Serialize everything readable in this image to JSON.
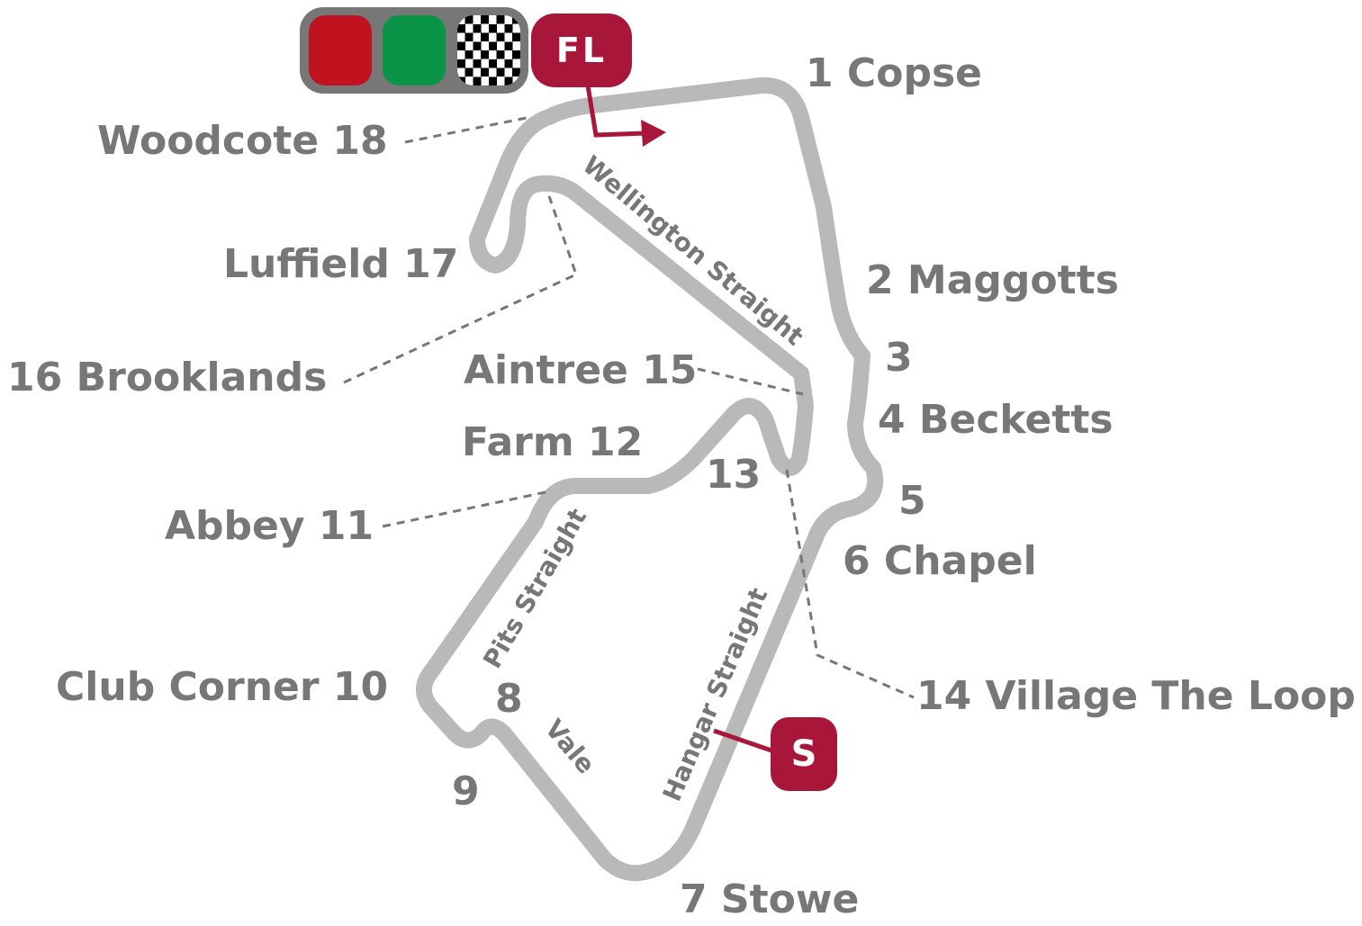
{
  "flags": [
    {
      "name": "red",
      "color": "#c1121f"
    },
    {
      "name": "green",
      "color": "#0a9447"
    },
    {
      "name": "chequered",
      "colors": [
        "#000000",
        "#ffffff"
      ]
    }
  ],
  "badges": {
    "finish_line": "FL",
    "start": "S"
  },
  "colors": {
    "track": "#b9b9b9",
    "label": "#777777",
    "accent": "#a8173a",
    "leader": "#777777"
  },
  "corners": [
    {
      "id": "c1",
      "text": "1 Copse"
    },
    {
      "id": "c2",
      "text": "2 Maggotts"
    },
    {
      "id": "c3",
      "text": "3"
    },
    {
      "id": "c4",
      "text": "4 Becketts"
    },
    {
      "id": "c5",
      "text": "5"
    },
    {
      "id": "c6",
      "text": "6 Chapel"
    },
    {
      "id": "c7",
      "text": "7 Stowe"
    },
    {
      "id": "c8",
      "text": "8"
    },
    {
      "id": "c9",
      "text": "9"
    },
    {
      "id": "c10",
      "text": "Club Corner 10"
    },
    {
      "id": "c11",
      "text": "Abbey 11"
    },
    {
      "id": "c12",
      "text": "Farm 12"
    },
    {
      "id": "c13",
      "text": "13"
    },
    {
      "id": "c14",
      "text": "14 Village The Loop"
    },
    {
      "id": "c15",
      "text": "Aintree 15"
    },
    {
      "id": "c16",
      "text": "16 Brooklands"
    },
    {
      "id": "c17",
      "text": "Luffield 17"
    },
    {
      "id": "c18",
      "text": "Woodcote 18"
    }
  ],
  "straights": [
    {
      "id": "wellington",
      "text": "Wellington Straight"
    },
    {
      "id": "pits",
      "text": "Pits Straight"
    },
    {
      "id": "hangar",
      "text": "Hangar Straight"
    },
    {
      "id": "vale",
      "text": "Vale"
    }
  ]
}
